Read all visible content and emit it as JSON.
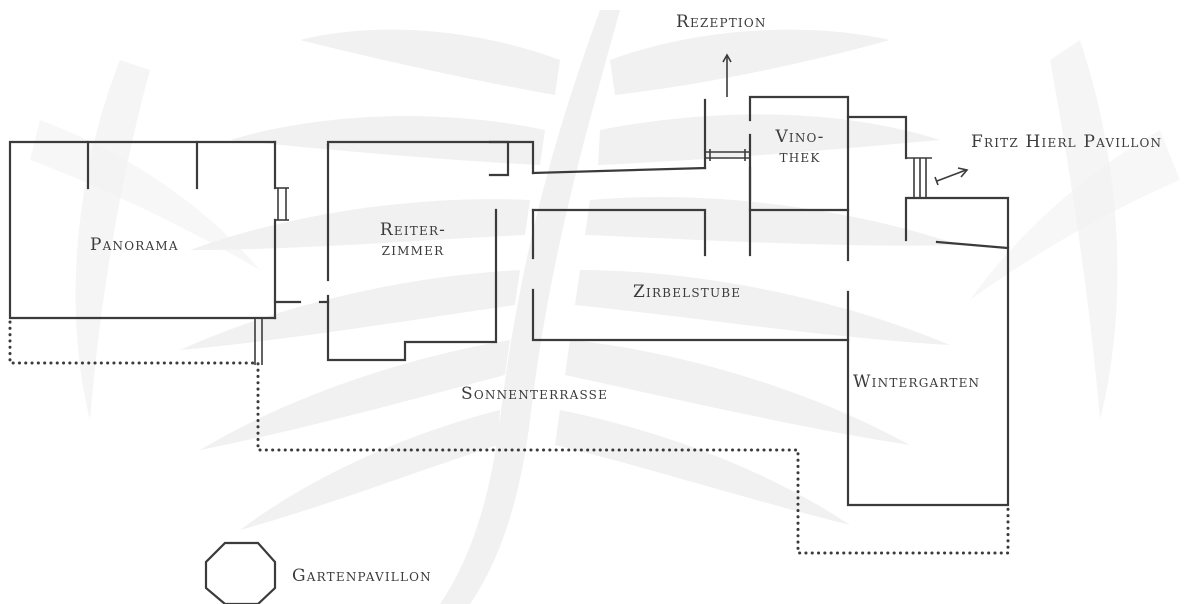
{
  "rooms": {
    "rezeption": "Rezeption",
    "fritz_hierl_pavillon": "Fritz Hierl Pavillon",
    "vinothek_line1": "Vino-",
    "vinothek_line2": "thek",
    "panorama": "Panorama",
    "reiterzimmer_line1": "Reiter-",
    "reiterzimmer_line2": "zimmer",
    "zirbelstube": "Zirbelstube",
    "wintergarten": "Wintergarten",
    "sonnenterrasse": "Sonnenterrasse",
    "gartenpavillon": "Gartenpavillon"
  },
  "colors": {
    "walls": "#3b3b3b",
    "background_fern": "#f1f1f1",
    "background": "#ffffff"
  },
  "icons": {
    "entrance_arrow_up": "arrow-up-icon",
    "entrance_arrow_right": "arrow-right-icon",
    "pavilion": "octagon-icon",
    "background": "fern-watermark"
  }
}
